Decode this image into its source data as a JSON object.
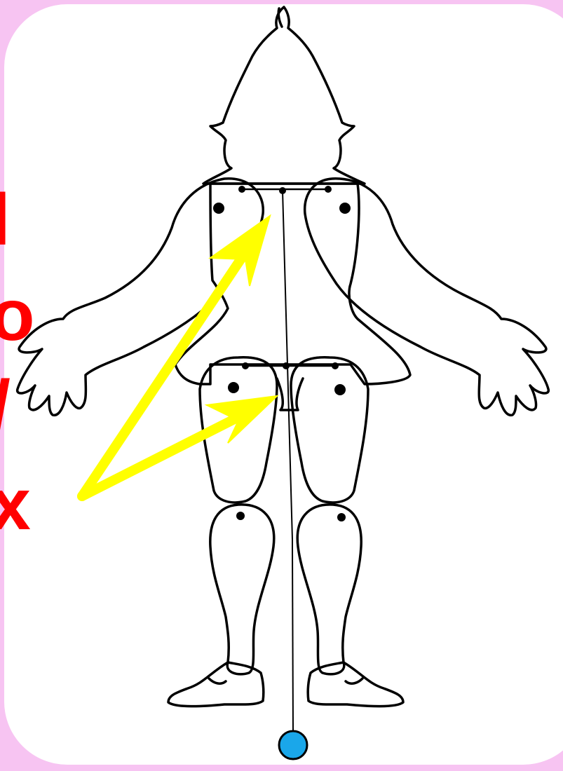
{
  "slide": {
    "background_color": "#f7c4f2",
    "card_color": "#ffffff"
  },
  "side_text": {
    "color": "#ff0000",
    "glyphs": [
      "l",
      "o",
      "/",
      "x"
    ]
  },
  "figure": {
    "description_icon": "jointed-puppet-figure-outline",
    "stroke_color": "#000000"
  },
  "arrows": {
    "color": "#ffff00",
    "count": 2,
    "targets": [
      "shoulder-crossbar",
      "hip-crossbar"
    ]
  },
  "pull_ring": {
    "color": "#1aa7ea",
    "outline": "#000000"
  }
}
